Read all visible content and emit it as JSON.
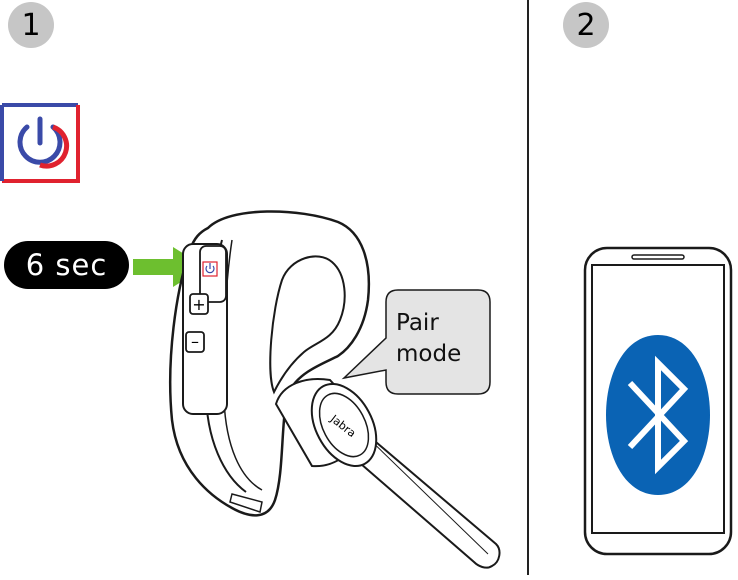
{
  "steps": [
    {
      "number": "1"
    },
    {
      "number": "2"
    }
  ],
  "press": {
    "duration": "6 sec"
  },
  "callout": {
    "line1": "Pair",
    "line2": "mode"
  },
  "headset": {
    "brand": "Jabra",
    "plus": "+",
    "minus": "–"
  },
  "colors": {
    "badge": "#c6c6c6",
    "arrow": "#6dbf2f",
    "power_blue": "#3a4aa8",
    "power_red": "#e0222f",
    "bluetooth": "#0a63b4",
    "callout": "#e4e4e4"
  },
  "icons": [
    "power-icon",
    "bluetooth-icon",
    "arrow-icon"
  ]
}
